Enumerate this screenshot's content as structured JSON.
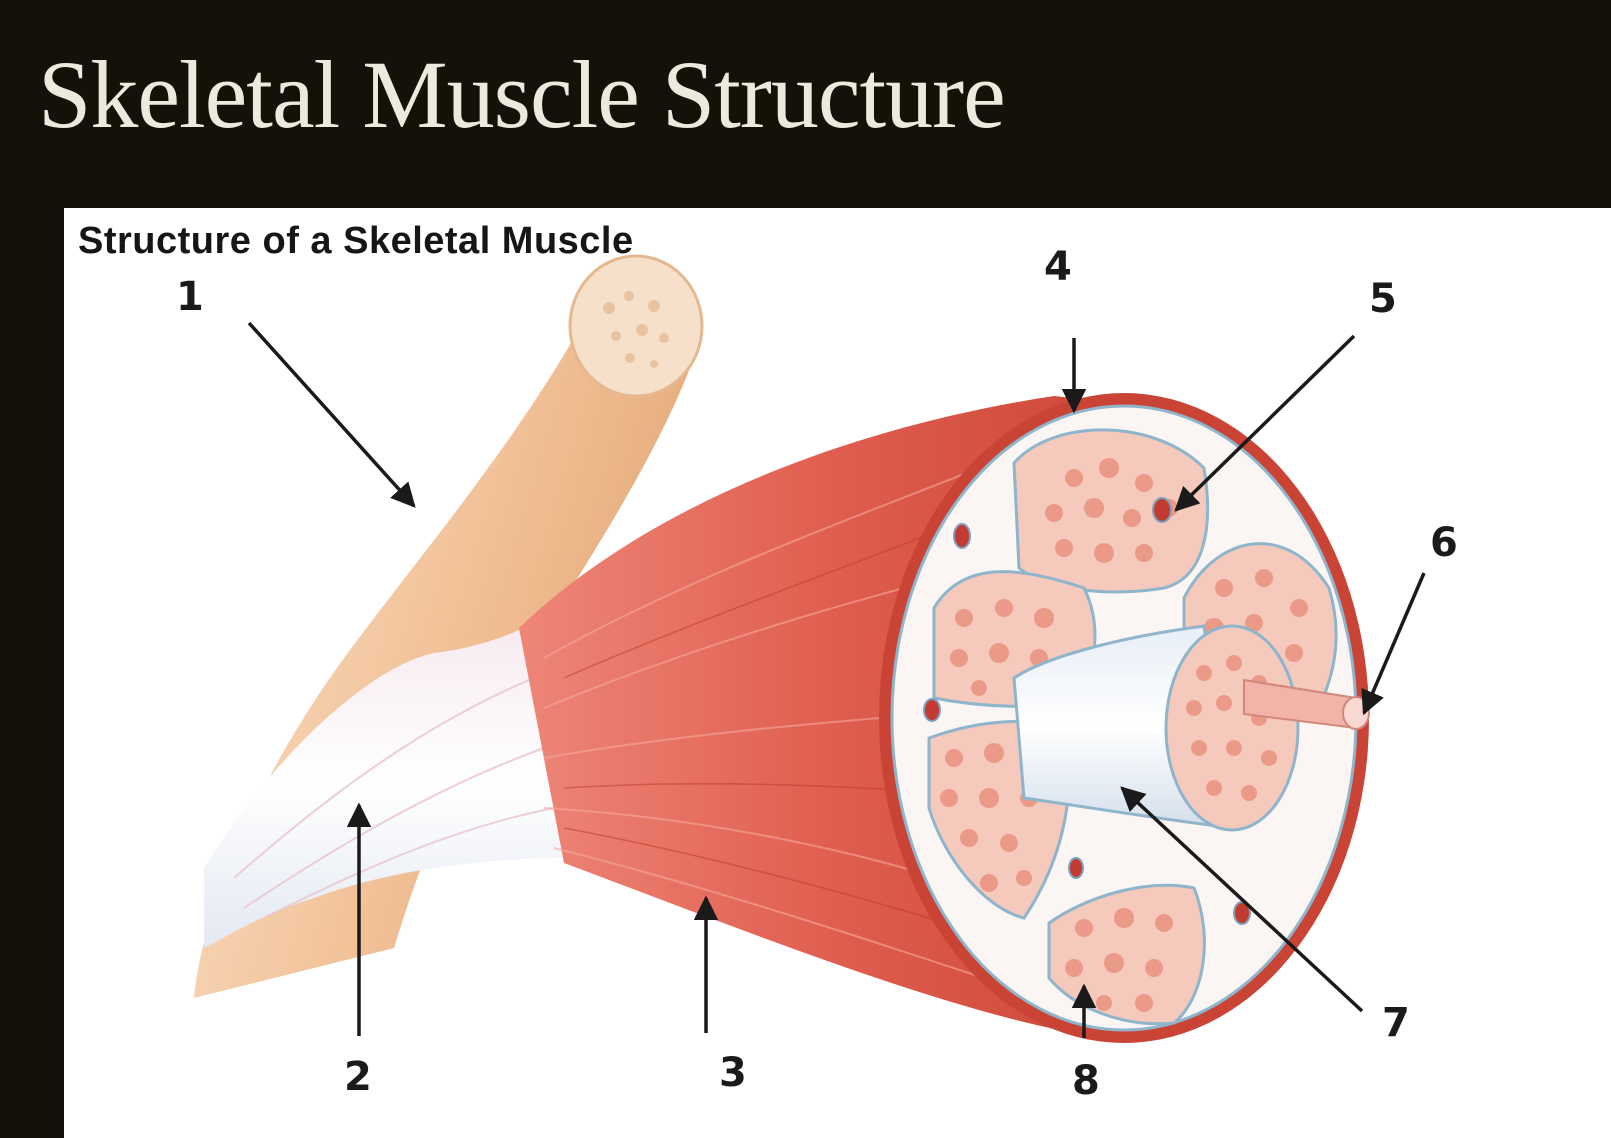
{
  "slide": {
    "title": "Skeletal Muscle Structure"
  },
  "figure": {
    "title": "Structure of a Skeletal Muscle",
    "labels": [
      "1",
      "2",
      "3",
      "4",
      "5",
      "6",
      "7",
      "8"
    ]
  },
  "colors": {
    "slide_background": "#141109",
    "title_text": "#ece9dd",
    "panel_background": "#ffffff",
    "muscle_red": "#dd5a4c",
    "bone": "#f1c29a",
    "tendon": "#f4f2f4",
    "fascicle_pink": "#f6c9bd",
    "fiber_core": "#ec9a88",
    "perimysium_blue": "#8fb5cc",
    "annotation_ink": "#1a1a1a"
  }
}
